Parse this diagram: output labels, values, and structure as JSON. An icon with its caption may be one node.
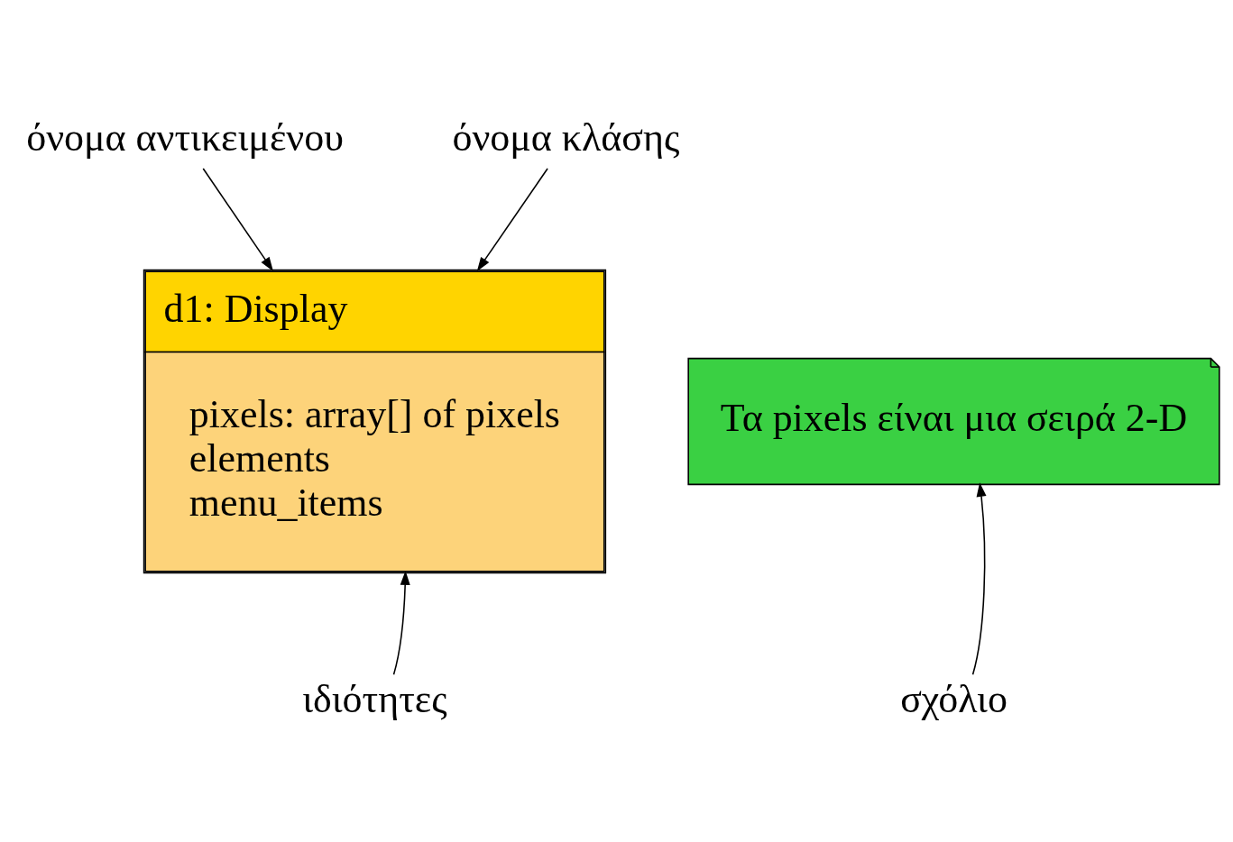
{
  "diagram": {
    "nodes": [
      {
        "text": [
          "όνομα αντικειμένου"
        ]
      },
      {
        "text": [
          "όνομα κλάσης"
        ]
      },
      {
        "text": [
          "Τα pixels είναι μια σειρά 2-D"
        ]
      },
      {
        "text": [
          "d1: Display",
          "pixels: array[] of pixels",
          "elements",
          "menu_items"
        ]
      },
      {
        "text": [
          "σχόλιο"
        ]
      },
      {
        "text": [
          "ιδιότητες"
        ]
      }
    ],
    "edges": [
      {
        "from": 0,
        "to": 3,
        "arrow": "to"
      },
      {
        "from": 1,
        "to": 3,
        "arrow": "to"
      },
      {
        "from": 4,
        "to": 2,
        "arrow": "to"
      },
      {
        "from": 5,
        "to": 3,
        "arrow": "to"
      }
    ]
  }
}
